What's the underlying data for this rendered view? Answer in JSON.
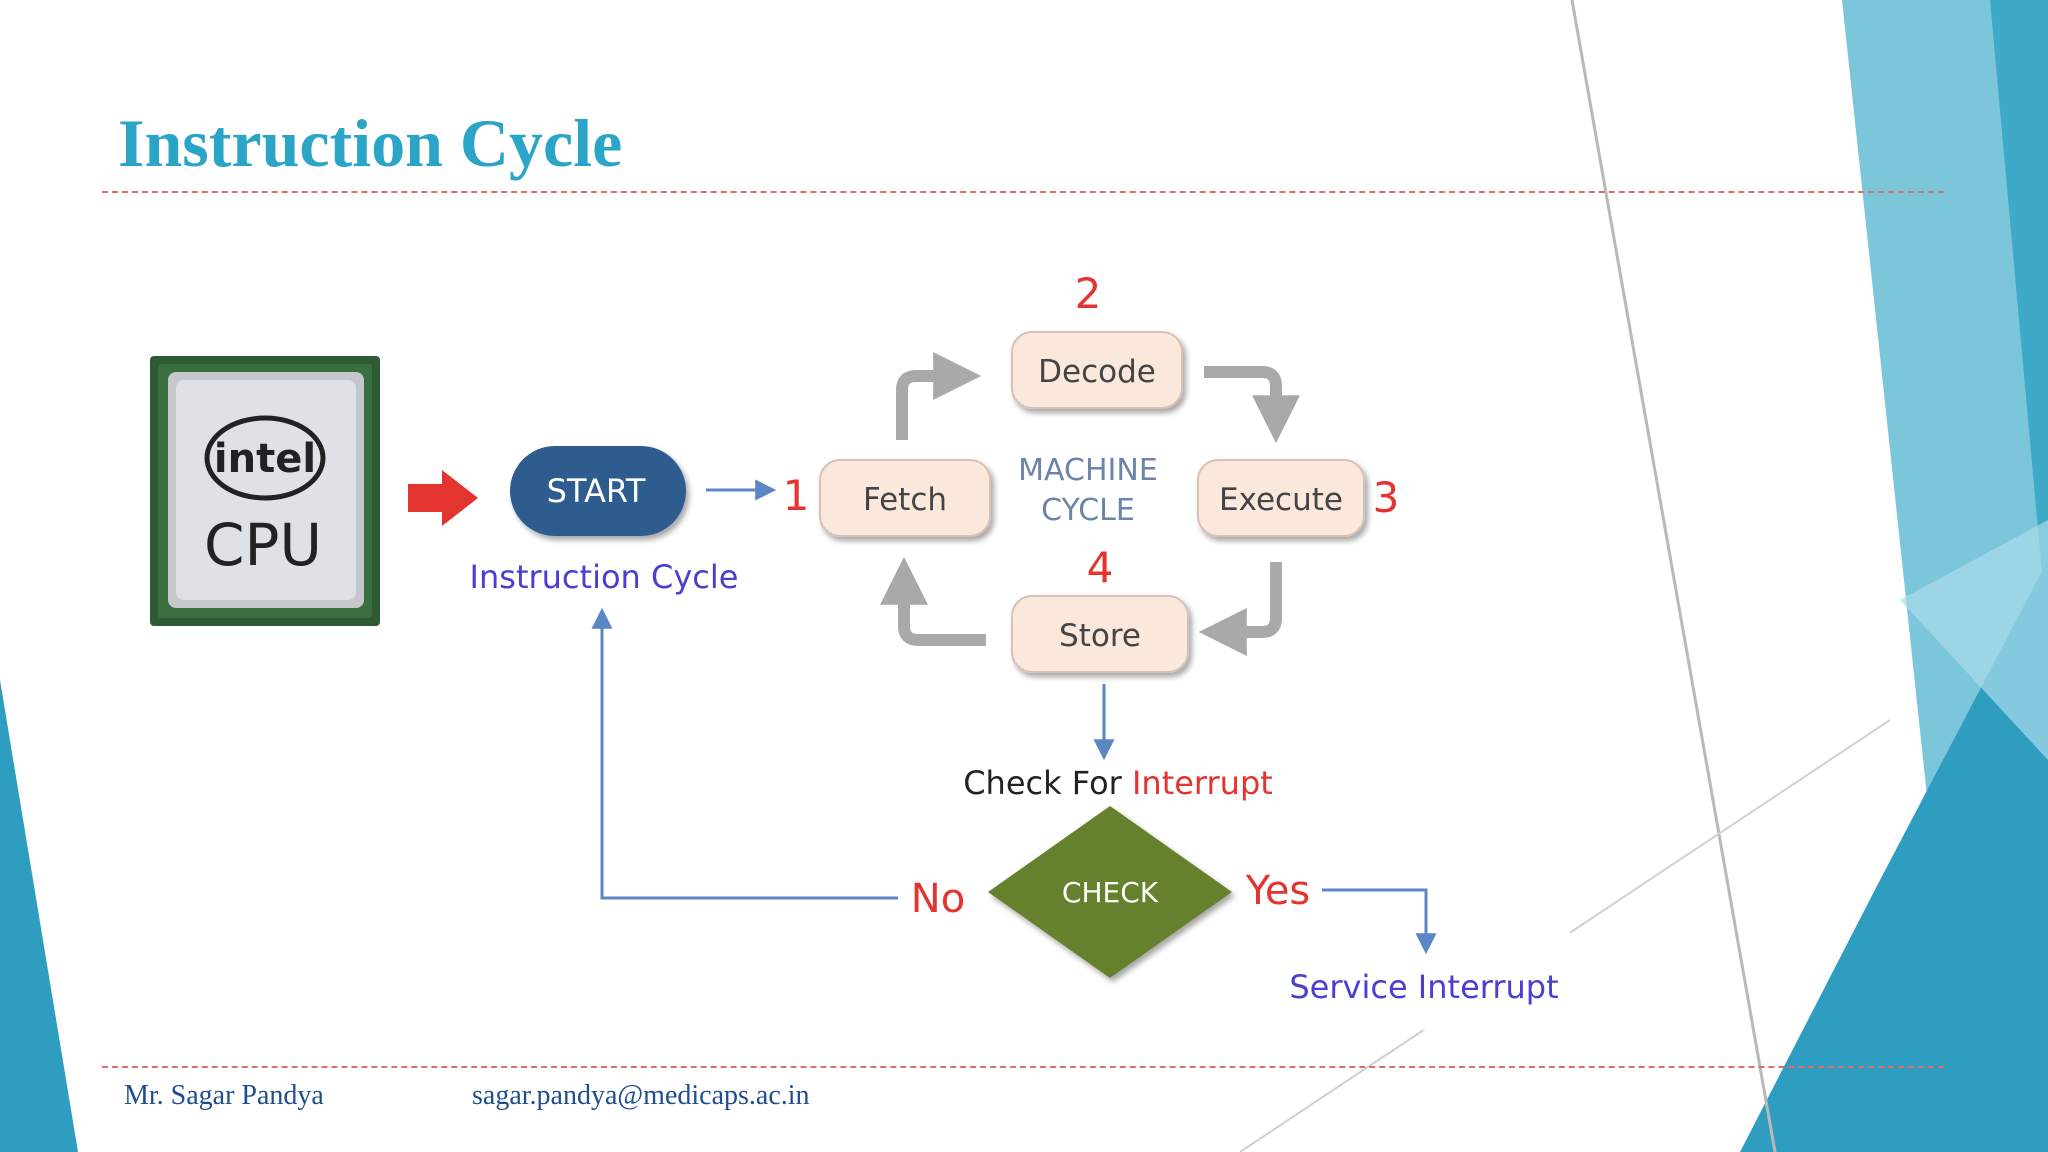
{
  "slide": {
    "title": "Instruction Cycle",
    "footer": {
      "author": "Mr. Sagar Pandya",
      "email": "sagar.pandya@medicaps.ac.in"
    }
  },
  "diagram": {
    "cpu": {
      "brand": "intel",
      "label": "CPU"
    },
    "start_label": "START",
    "start_caption": "Instruction Cycle",
    "center_label_line1": "MACHINE",
    "center_label_line2": "CYCLE",
    "steps": [
      {
        "number": "1",
        "label": "Fetch"
      },
      {
        "number": "2",
        "label": "Decode"
      },
      {
        "number": "3",
        "label": "Execute"
      },
      {
        "number": "4",
        "label": "Store"
      }
    ],
    "check_caption_prefix": "Check  For ",
    "check_caption_highlight": "Interrupt",
    "check_label": "CHECK",
    "no_label": "No",
    "yes_label": "Yes",
    "service_label": "Service Interrupt"
  },
  "colors": {
    "title": "#2aa5c7",
    "teal_dark": "#2f9dc0",
    "teal_light": "#7cc6dc",
    "start_fill": "#2f5b8f",
    "step_fill": "#fbe8dc",
    "check_fill": "#66812f",
    "red": "#e3342f",
    "blue_text": "#4a3fd1",
    "arrow_blue": "#5b86c4",
    "arrow_gray": "#a9a9a9"
  }
}
